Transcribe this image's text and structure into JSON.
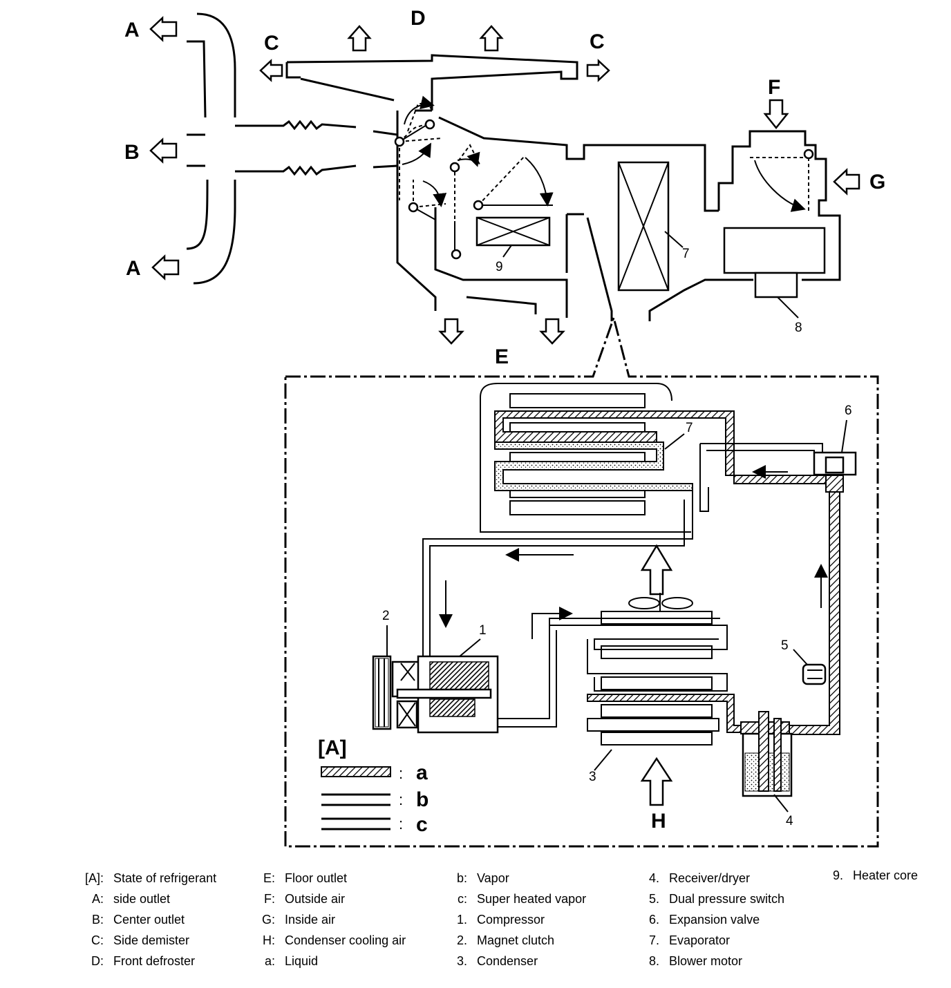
{
  "diagram": {
    "air_labels": {
      "A_top": "A",
      "A_bottom": "A",
      "B": "B",
      "C_left": "C",
      "C_right": "C",
      "D": "D",
      "E": "E",
      "F": "F",
      "G": "G",
      "H": "H"
    },
    "part_numbers": {
      "n1": "1",
      "n2": "2",
      "n3": "3",
      "n4": "4",
      "n5": "5",
      "n6": "6",
      "n7_inset": "7",
      "n7_case": "7",
      "n8": "8",
      "n9": "9"
    },
    "refrigerant_state_key": {
      "title": "[A]",
      "colon_a": ":",
      "colon_b": ":",
      "colon_c": ":",
      "a": "a",
      "b": "b",
      "c": "c"
    }
  },
  "legend": {
    "columns": [
      [
        {
          "key": "[A]:",
          "text": "State of refrigerant"
        },
        {
          "key": "A:",
          "text": "side outlet"
        },
        {
          "key": "B:",
          "text": "Center outlet"
        },
        {
          "key": "C:",
          "text": "Side demister"
        },
        {
          "key": "D:",
          "text": "Front defroster"
        }
      ],
      [
        {
          "key": "E:",
          "text": "Floor outlet"
        },
        {
          "key": "F:",
          "text": "Outside air"
        },
        {
          "key": "G:",
          "text": "Inside air"
        },
        {
          "key": "H:",
          "text": "Condenser cooling air"
        },
        {
          "key": "a:",
          "text": "Liquid"
        }
      ],
      [
        {
          "key": "b:",
          "text": "Vapor"
        },
        {
          "key": "c:",
          "text": "Super heated vapor"
        },
        {
          "key": "1.",
          "text": "Compressor"
        },
        {
          "key": "2.",
          "text": "Magnet clutch"
        },
        {
          "key": "3.",
          "text": "Condenser"
        }
      ],
      [
        {
          "key": "4.",
          "text": "Receiver/dryer"
        },
        {
          "key": "5.",
          "text": "Dual pressure switch"
        },
        {
          "key": "6.",
          "text": "Expansion valve"
        },
        {
          "key": "7.",
          "text": "Evaporator"
        },
        {
          "key": "8.",
          "text": "Blower motor"
        }
      ],
      [
        {
          "key": "9.",
          "text": "Heater core"
        }
      ]
    ]
  }
}
